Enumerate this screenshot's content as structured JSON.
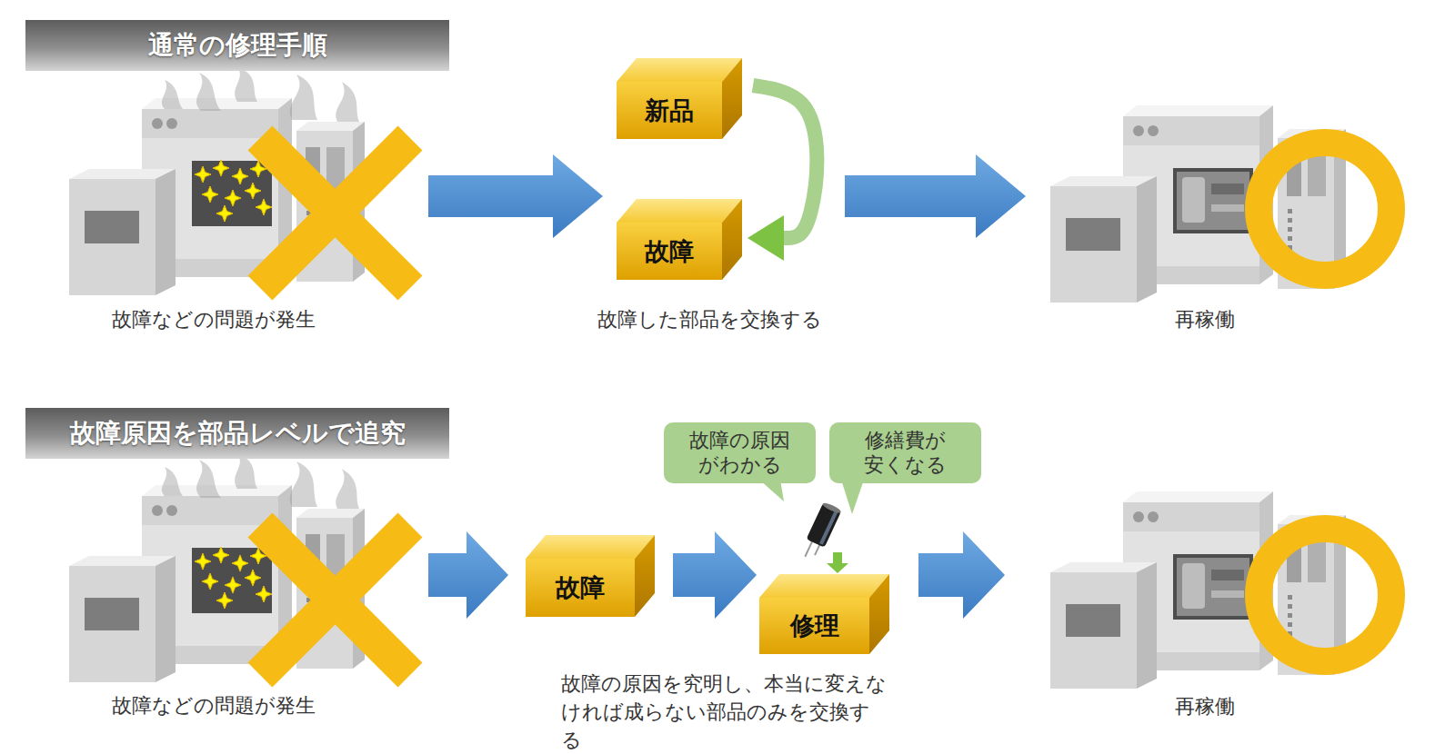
{
  "diagram": {
    "nodes": [
      {
        "text": [
          "通常の修理手順"
        ]
      },
      {
        "text": [
          "故障などの問題が発生"
        ]
      },
      {
        "text": [
          "故障した部品を交換する"
        ]
      },
      {
        "text": [
          "新品"
        ],
        "in": 2
      },
      {
        "text": [
          "故障"
        ],
        "in": 2
      },
      {
        "text": [
          "再稼働"
        ]
      },
      {
        "text": [
          "故障原因を部品レベルで追究"
        ]
      },
      {
        "text": [
          "故障などの問題が発生"
        ]
      },
      {
        "text": [
          "故障の原因 がわかる"
        ]
      },
      {
        "text": [
          "修繕費が 安くなる"
        ]
      },
      {
        "text": [
          "故障"
        ]
      },
      {
        "text": [
          "修理"
        ]
      },
      {
        "text": [
          "再稼働"
        ]
      }
    ],
    "edges": [
      {
        "from": 1,
        "to": 2,
        "arrow": "to"
      },
      {
        "from": 3,
        "to": 4,
        "arrow": "to"
      },
      {
        "from": 2,
        "to": 5,
        "arrow": "to"
      },
      {
        "from": 7,
        "to": 10,
        "arrow": "to"
      },
      {
        "from": 10,
        "to": 11,
        "arrow": "to"
      },
      {
        "from": 11,
        "to": 12,
        "arrow": "to"
      }
    ],
    "labels": [
      "故障の原因を究明し、本当に変えなければ成らない部品のみを交換する"
    ]
  }
}
